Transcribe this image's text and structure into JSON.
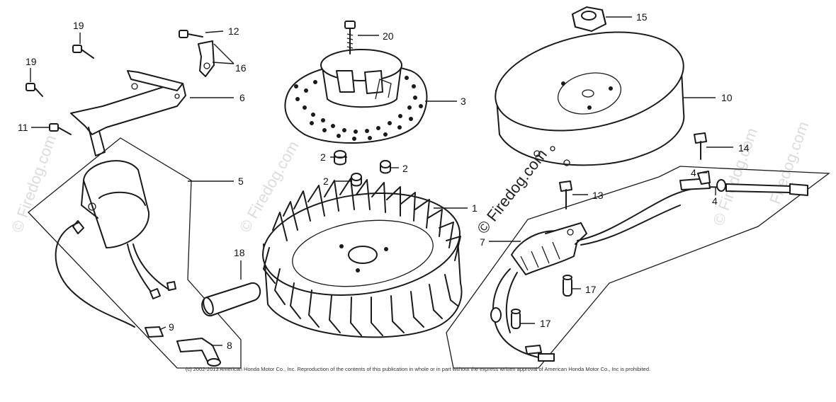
{
  "callouts": {
    "c1": "1",
    "c2a": "2",
    "c2b": "2",
    "c2c": "2",
    "c3": "3",
    "c4a": "4",
    "c4b": "4",
    "c5": "5",
    "c6": "6",
    "c7": "7",
    "c8": "8",
    "c9": "9",
    "c10": "10",
    "c11": "11",
    "c12": "12",
    "c13": "13",
    "c14": "14",
    "c15": "15",
    "c16": "16",
    "c17a": "17",
    "c17b": "17",
    "c18": "18",
    "c19a": "19",
    "c19b": "19",
    "c20": "20"
  },
  "watermark": {
    "text": "© Firedog.com",
    "short": "Firedog.com"
  },
  "copyright": "(c) 2002-2013 American Honda Motor Co., Inc. Reproduction of the contents of this publication in whole or in part without the express written approval of American Honda Motor Co., Inc is prohibited."
}
